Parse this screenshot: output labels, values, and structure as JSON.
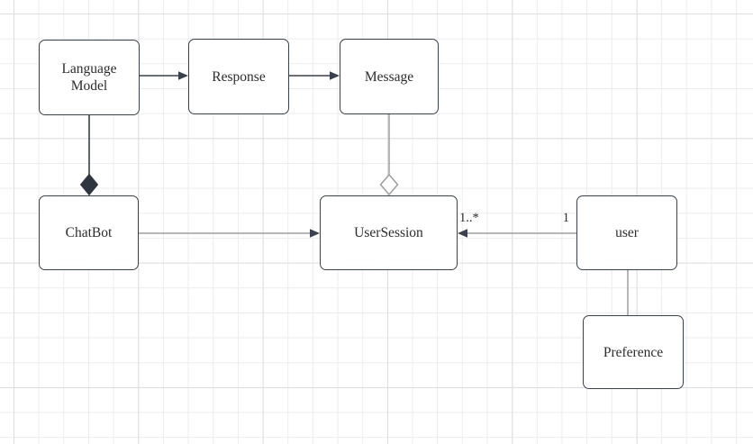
{
  "diagram": {
    "type": "uml-class-diagram",
    "nodes": [
      {
        "id": "language-model",
        "label": "Language Model"
      },
      {
        "id": "response",
        "label": "Response"
      },
      {
        "id": "message",
        "label": "Message"
      },
      {
        "id": "chatbot",
        "label": "ChatBot"
      },
      {
        "id": "user-session",
        "label": "UserSession"
      },
      {
        "id": "user",
        "label": "user"
      },
      {
        "id": "preference",
        "label": "Preference"
      }
    ],
    "edges": [
      {
        "from": "language-model",
        "to": "response",
        "type": "directed-arrow"
      },
      {
        "from": "response",
        "to": "message",
        "type": "directed-arrow"
      },
      {
        "from": "language-model",
        "to": "chatbot",
        "type": "composition-filled-diamond"
      },
      {
        "from": "message",
        "to": "user-session",
        "type": "aggregation-hollow-diamond"
      },
      {
        "from": "chatbot",
        "to": "user-session",
        "type": "directed-arrow"
      },
      {
        "from": "user",
        "to": "user-session",
        "type": "directed-arrow",
        "source_multiplicity": "1",
        "target_multiplicity": "1..*"
      },
      {
        "from": "user",
        "to": "preference",
        "type": "association-line"
      }
    ],
    "multiplicity": {
      "source": "1",
      "target": "1..*"
    },
    "colors": {
      "stroke_dark": "#3A414E",
      "stroke_light": "#9E9E9E",
      "diamond_fill": "#2E3440",
      "node_fill": "#FFFFFF",
      "text": "#2D2D2D",
      "grid_minor": "#ECECEC",
      "grid_major": "#DEDEDE",
      "background": "#FFFFFF"
    }
  }
}
